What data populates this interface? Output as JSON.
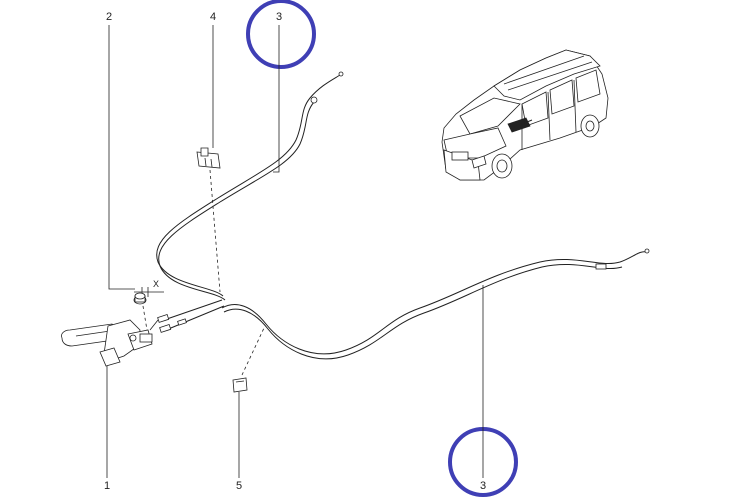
{
  "callouts": {
    "c1": "1",
    "c2": "2",
    "c3_top": "3",
    "c3_bottom": "3",
    "c4": "4",
    "c5": "5",
    "x_mark": "X"
  },
  "highlight_color": "#3f3fb5",
  "line_color": "#222222"
}
